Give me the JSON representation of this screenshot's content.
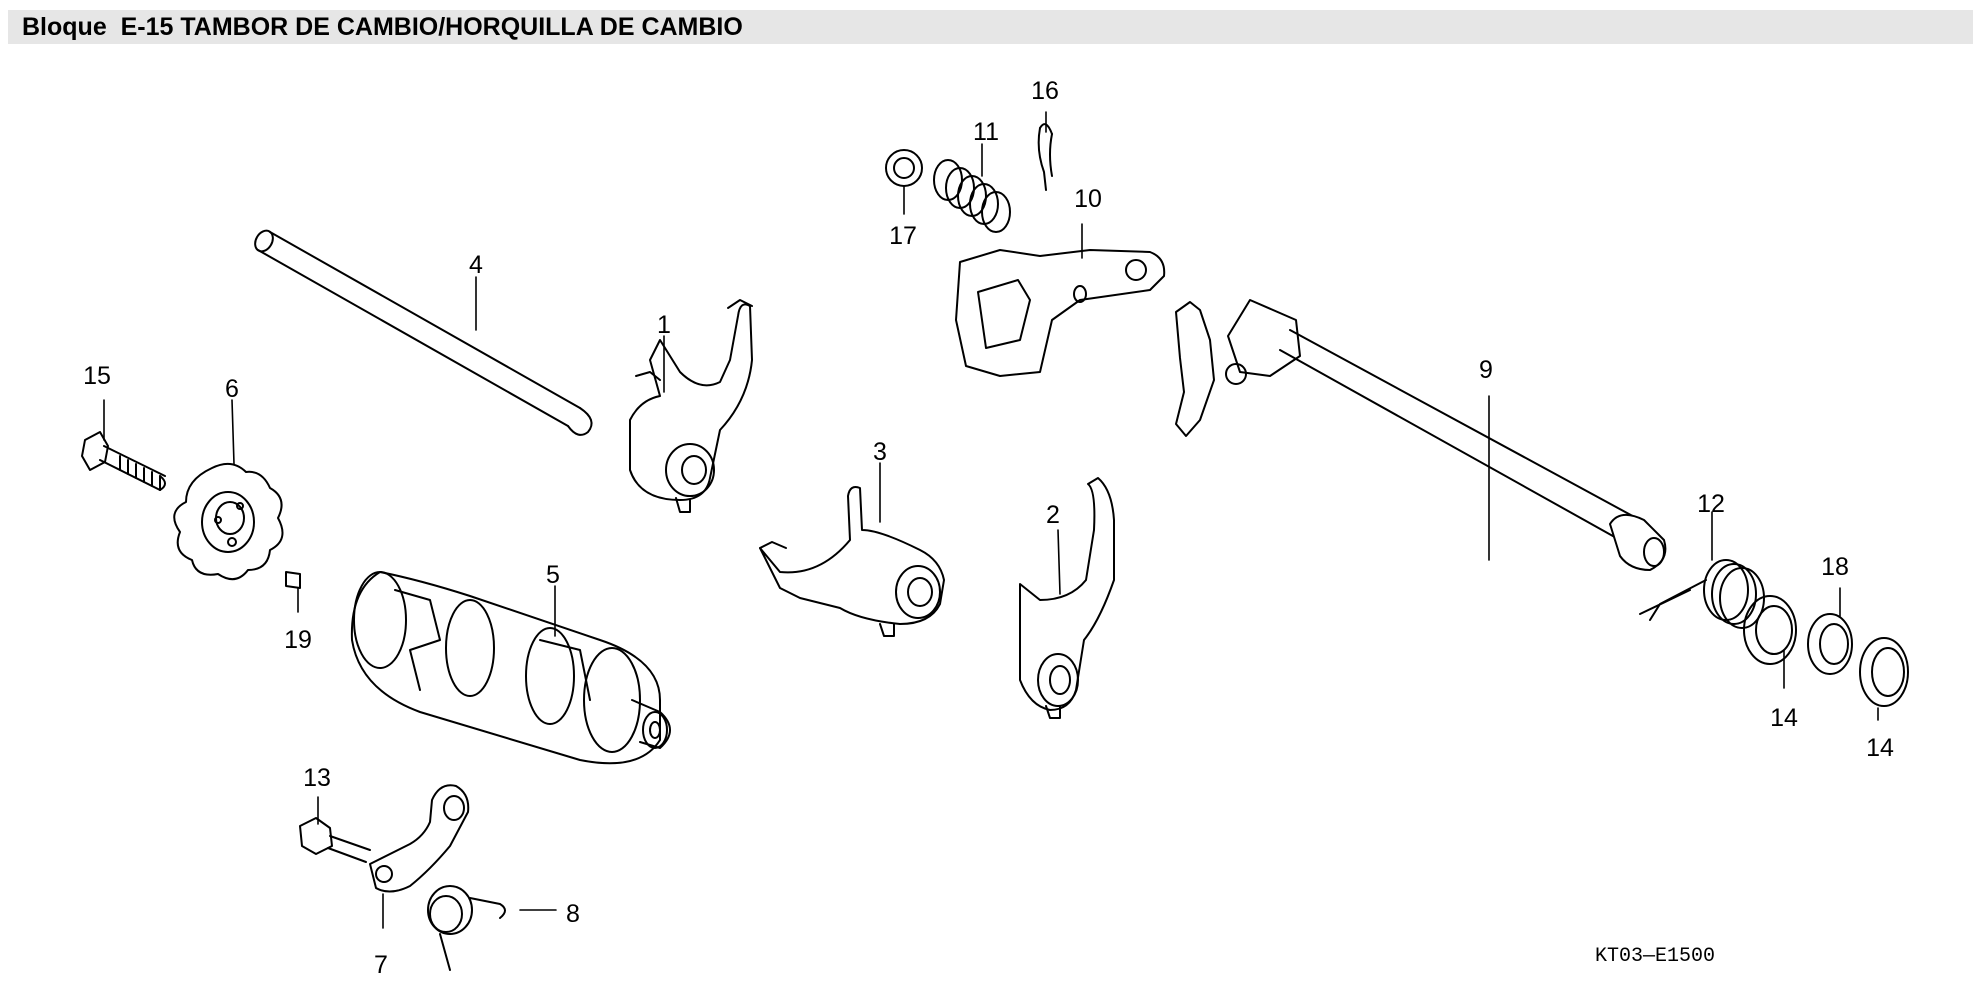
{
  "header": {
    "title": "Bloque  E-15 TAMBOR DE CAMBIO/HORQUILLA DE CAMBIO"
  },
  "callouts": [
    {
      "id": "1",
      "label": "1"
    },
    {
      "id": "2",
      "label": "2"
    },
    {
      "id": "3",
      "label": "3"
    },
    {
      "id": "4",
      "label": "4"
    },
    {
      "id": "5",
      "label": "5"
    },
    {
      "id": "6",
      "label": "6"
    },
    {
      "id": "7",
      "label": "7"
    },
    {
      "id": "8",
      "label": "8"
    },
    {
      "id": "9",
      "label": "9"
    },
    {
      "id": "10",
      "label": "10"
    },
    {
      "id": "11",
      "label": "11"
    },
    {
      "id": "12",
      "label": "12"
    },
    {
      "id": "13",
      "label": "13"
    },
    {
      "id": "14a",
      "label": "14"
    },
    {
      "id": "14b",
      "label": "14"
    },
    {
      "id": "15",
      "label": "15"
    },
    {
      "id": "16",
      "label": "16"
    },
    {
      "id": "17",
      "label": "17"
    },
    {
      "id": "18",
      "label": "18"
    },
    {
      "id": "19",
      "label": "19"
    }
  ],
  "diagram_code": "KT03—E1500",
  "colors": {
    "header_bg": "#e6e6e6",
    "ink": "#000000"
  }
}
